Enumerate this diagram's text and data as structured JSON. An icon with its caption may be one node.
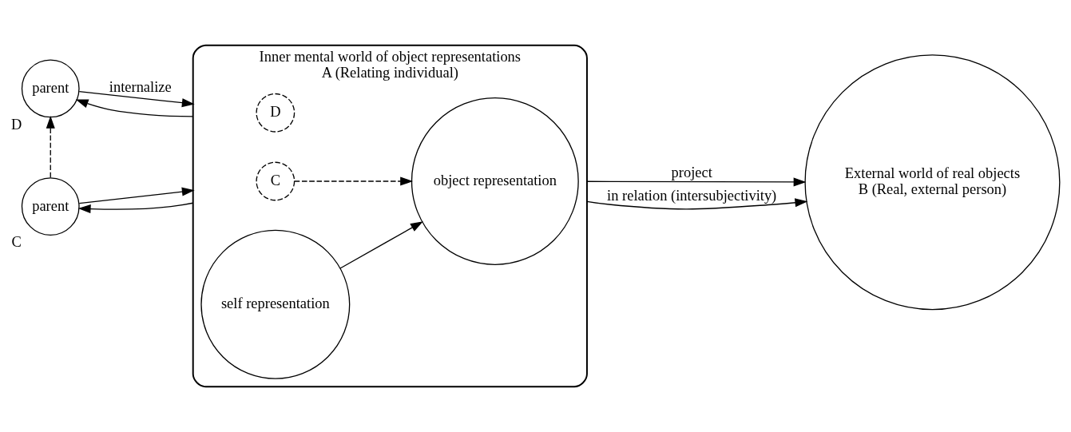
{
  "diagram": {
    "nodes": [
      {
        "text": [
          "parent"
        ],
        "beside": [
          "D"
        ]
      },
      {
        "text": [
          "parent"
        ],
        "beside": [
          "C"
        ]
      },
      {
        "text": [
          "Inner mental world of object representations",
          "A (Relating individual)"
        ]
      },
      {
        "text": [
          "D"
        ],
        "in": 2
      },
      {
        "text": [
          "C"
        ],
        "in": 2
      },
      {
        "text": [
          "object representation"
        ],
        "in": 2
      },
      {
        "text": [
          "self representation"
        ],
        "in": 2
      },
      {
        "text": [
          "External world of real objects",
          "B (Real, external person)"
        ]
      }
    ],
    "edges": [
      {
        "from": 1,
        "to": 0,
        "arrow": "to",
        "style": "dashed"
      },
      {
        "from": 0,
        "to": 2,
        "arrow": "to",
        "label": "internalize"
      },
      {
        "from": 1,
        "to": 2,
        "arrow": "to"
      },
      {
        "from": 2,
        "to": 0,
        "arrow": "to"
      },
      {
        "from": 2,
        "to": 1,
        "arrow": "to"
      },
      {
        "from": 6,
        "to": 5,
        "arrow": "to"
      },
      {
        "from": 4,
        "to": 5,
        "arrow": "to",
        "style": "dashed"
      },
      {
        "from": 2,
        "to": 7,
        "arrow": "to",
        "label": "project"
      },
      {
        "from": 2,
        "to": 7,
        "arrow": "to",
        "label": "in relation (intersubjectivity)"
      }
    ]
  }
}
